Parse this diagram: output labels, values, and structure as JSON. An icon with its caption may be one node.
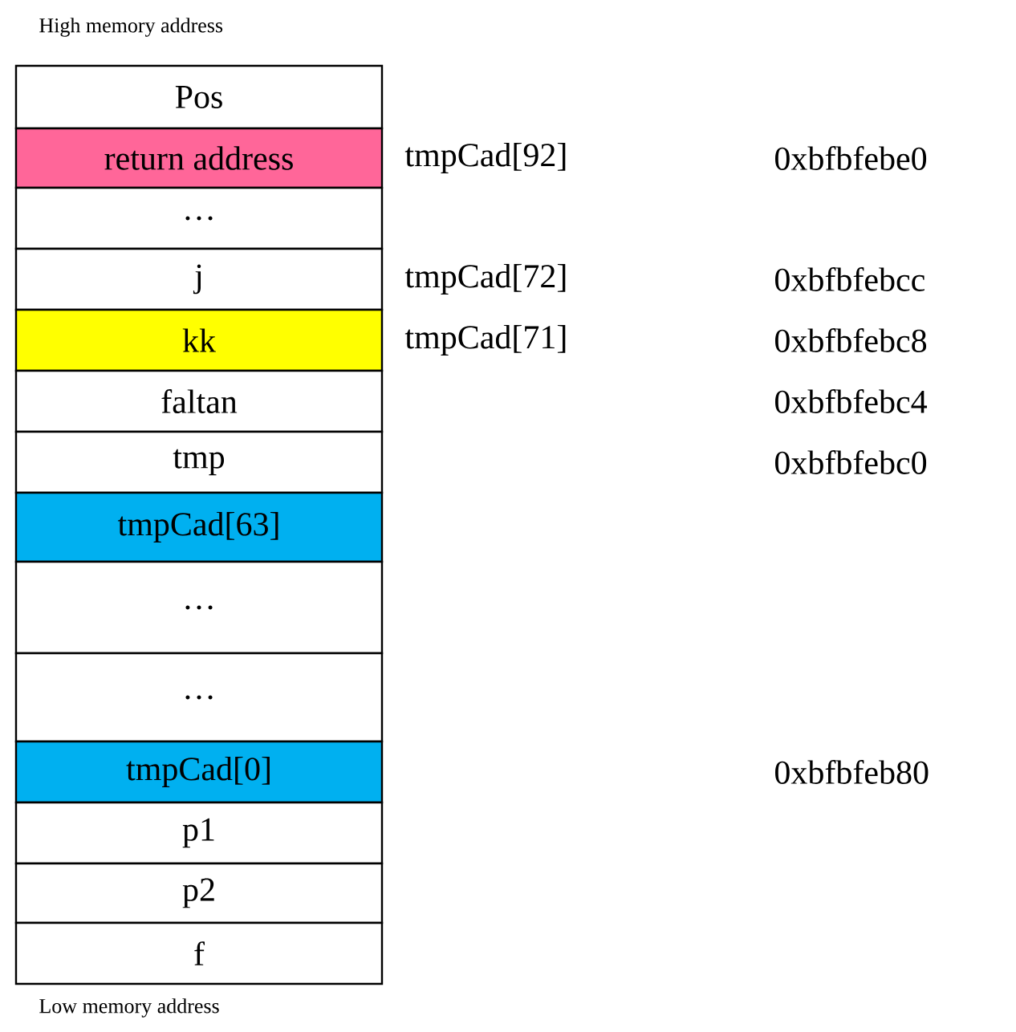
{
  "diagram": {
    "nodes": [
      {
        "text": [
          "Pos"
        ]
      },
      {
        "text": [
          "return address"
        ],
        "beside": [
          "tmpCad[92]"
        ]
      },
      {
        "text": [
          "…"
        ]
      },
      {
        "text": [
          "j"
        ],
        "beside": [
          "tmpCad[72]"
        ]
      },
      {
        "text": [
          "kk"
        ],
        "beside": [
          "tmpCad[71]"
        ]
      },
      {
        "text": [
          "faltan"
        ]
      },
      {
        "text": [
          "tmp"
        ]
      },
      {
        "text": [
          "tmpCad[63]"
        ]
      },
      {
        "text": [
          "…"
        ]
      },
      {
        "text": [
          "…"
        ]
      },
      {
        "text": [
          "tmpCad[0]"
        ]
      },
      {
        "text": [
          "p1"
        ]
      },
      {
        "text": [
          "p2"
        ]
      },
      {
        "text": [
          "f"
        ]
      }
    ],
    "labels": [
      "High memory address",
      "0xbfbfebe0",
      "0xbfbfebcc",
      "0xbfbfebc8",
      "0xbfbfebc4",
      "0xbfbfebc0",
      "0xbfbfeb80",
      "Low memory address"
    ]
  }
}
